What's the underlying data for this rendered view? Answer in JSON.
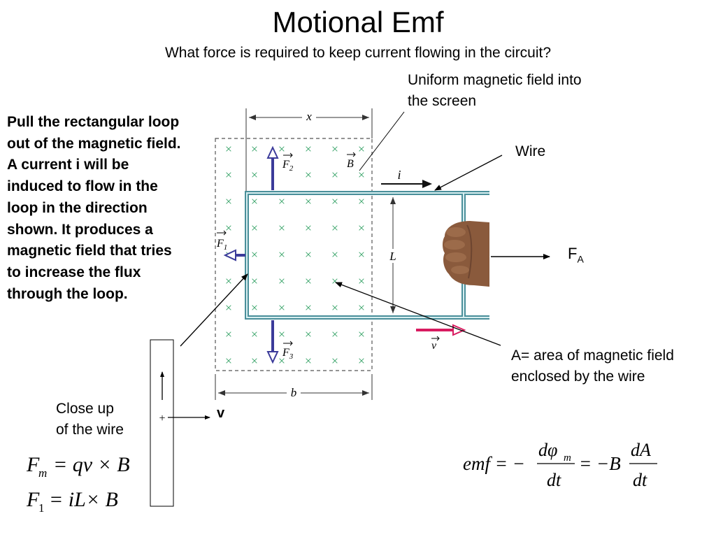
{
  "title": "Motional Emf",
  "subtitle": "What force is required to keep current flowing in the circuit?",
  "left_paragraph": "Pull the rectangular loop out of the magnetic field. A current i will be induced to flow in the loop in the direction shown. It produces a magnetic field that tries to increase the flux through the loop.",
  "annotations": {
    "uniform_field": "Uniform magnetic field into\nthe screen",
    "wire": "Wire",
    "area": "A= area of magnetic field\nenclosed by the wire",
    "force_applied": "F",
    "force_applied_sub": "A",
    "close_up": "Close up\nof the wire",
    "velocity": "v",
    "plus": "+"
  },
  "diagram_labels": {
    "x": "x",
    "b": "b",
    "L": "L",
    "i": "i",
    "F1": "F",
    "F1_sub": "1",
    "F2": "F",
    "F2_sub": "2",
    "F3": "F",
    "F3_sub": "3",
    "B": "B",
    "v": "v",
    "field_symbol": "×"
  },
  "equations": {
    "fm": {
      "F": "F",
      "sub": "m",
      "rhs": "= qv × B"
    },
    "f1": {
      "F": "F",
      "sub": "1",
      "rhs": "= iL× B"
    },
    "emf": {
      "lhs": "emf = −",
      "num1": "dφ",
      "num1_sub": "m",
      "den1": "dt",
      "mid": "= −B",
      "num2": "dA",
      "den2": "dt"
    }
  },
  "colors": {
    "field_x": "#3aa46a",
    "loop_wire": "#4a8f9a",
    "force_arrow": "#3b3b9a",
    "velocity_arrow": "#d81b60",
    "hand": "#8a5a3c"
  }
}
